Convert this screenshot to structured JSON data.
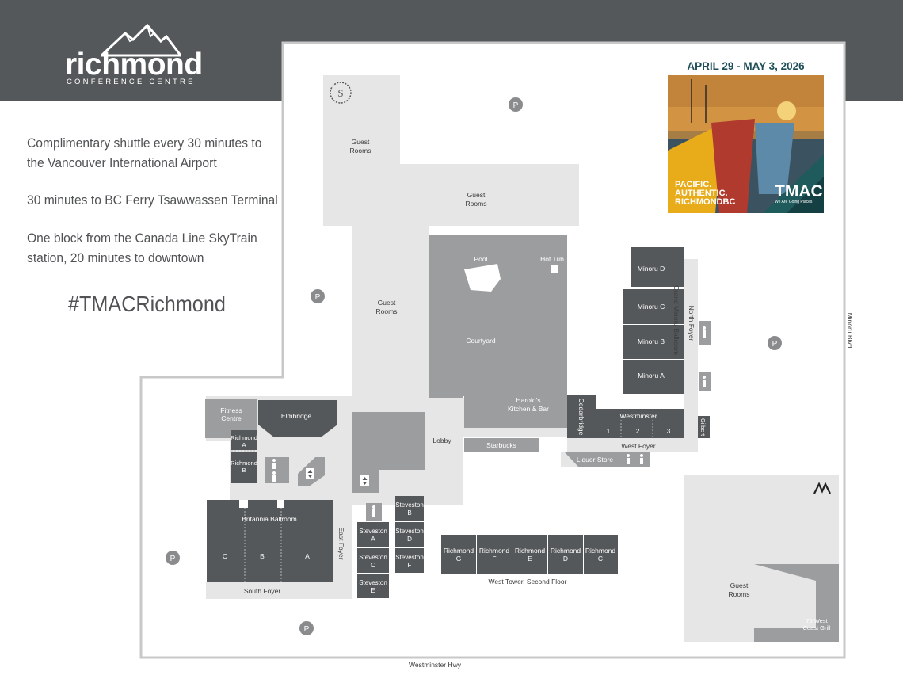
{
  "logo": {
    "name": "richmond",
    "subtitle": "CONFERENCE CENTRE"
  },
  "info": {
    "shuttle_line1": "Complimentary shuttle every 30 minutes to",
    "shuttle_line2": "the Vancouver International Airport",
    "ferry": "30 minutes to BC Ferry Tsawwassen Terminal",
    "skytrain_line1": "One block from the Canada Line SkyTrain",
    "skytrain_line2": "station, 20 minutes to downtown",
    "hashtag": "#TMACRichmond"
  },
  "promo": {
    "date": "APRIL 29 - MAY 3, 2026",
    "tagline1": "PACIFIC.",
    "tagline2": "AUTHENTIC.",
    "tagline3": "RICHMONDBC",
    "brand": "TMAC",
    "brand_sub": "We Are Going Places"
  },
  "streets": {
    "south": "Westminster Hwy",
    "east": "Minoru Blvd"
  },
  "map": {
    "parking": "P",
    "guest_rooms": "Guest Rooms",
    "pool": "Pool",
    "hot_tub": "Hot Tub",
    "courtyard": "Courtyard",
    "harolds_1": "Harold's",
    "harolds_2": "Kitchen & Bar",
    "minoru_d": "Minoru D",
    "minoru_c": "Minoru C",
    "minoru_b": "Minoru B",
    "minoru_a": "Minoru A",
    "grand_minoru": "Grand Minoru Ballroom",
    "north_foyer": "North Foyer",
    "fitness_1": "Fitness",
    "fitness_2": "Centre",
    "elmbridge": "Elmbridge",
    "richmond_a_1": "Richmond",
    "richmond_a_2": "A",
    "richmond_b_1": "Richmond",
    "richmond_b_2": "B",
    "lobby": "Lobby",
    "cedarbridge": "Cedarbridge",
    "westminster": "Westminster",
    "westminster_1": "1",
    "westminster_2": "2",
    "westminster_3": "3",
    "gilbert": "Gilbert",
    "west_foyer": "West Foyer",
    "starbucks": "Starbucks",
    "liquor_store": "Liquor Store",
    "britannia": "Britannia Ballroom",
    "britannia_c": "C",
    "britannia_b": "B",
    "britannia_a": "A",
    "east_foyer": "East Foyer",
    "south_foyer": "South Foyer",
    "steveston": "Steveston",
    "steveston_a": "A",
    "steveston_b": "B",
    "steveston_c": "C",
    "steveston_d": "D",
    "steveston_e": "E",
    "steveston_f": "F",
    "richmond": "Richmond",
    "richmond_g": "G",
    "richmond_f": "F",
    "richmond_e": "E",
    "richmond_d": "D",
    "richmond_c": "C",
    "west_tower": "West Tower, Second Floor",
    "coast_grill_1": "75 West",
    "coast_grill_2": "Coast Grill"
  },
  "colors": {
    "header": "#55585a",
    "dark_room": "#55585a",
    "mid_room": "#9c9d9f",
    "floor": "#e6e6e6",
    "outline": "#c8c8c8"
  }
}
